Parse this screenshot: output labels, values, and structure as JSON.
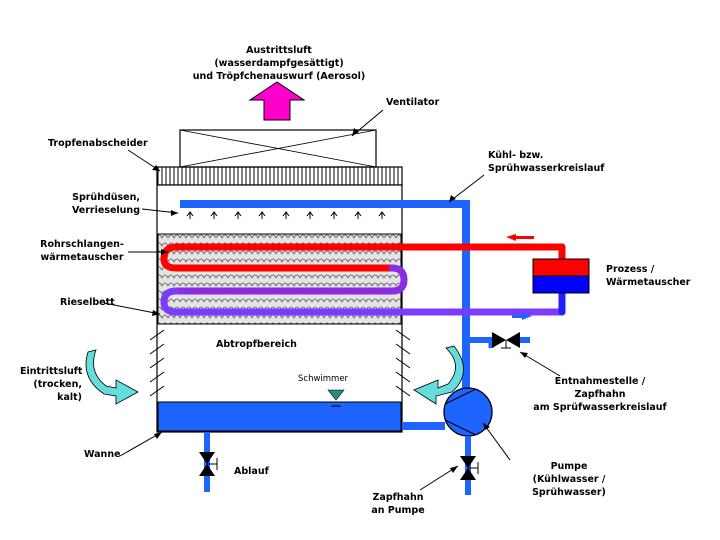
{
  "labels": {
    "exhaust": [
      "Austrittsluft",
      "(wasserdampfgesättigt)",
      "und Tröpfchenauswurf (Aerosol)"
    ],
    "fan": "Ventilator",
    "drift_eliminator": "Tropfenabscheider",
    "coolant_loop": [
      "Kühl- bzw.",
      "Sprühwasserkreislauf"
    ],
    "spray_nozzles": [
      "Sprühdüsen,",
      "Verrieselung"
    ],
    "coil_hx": [
      "Rohrschlangen-",
      "wärmetauscher"
    ],
    "process_hx": [
      "Prozess /",
      "Wärmetauscher"
    ],
    "trickle_bed": "Rieselbett",
    "drip_zone": "Abtropfbereich",
    "inlet_air": [
      "Eintrittsluft",
      "(trocken,",
      "kalt)"
    ],
    "float": "Schwimmer",
    "extraction_point": [
      "Entnahmestelle /",
      "Zapfhahn",
      "am Sprüfwasserkreislauf"
    ],
    "basin": "Wanne",
    "drain": "Ablauf",
    "pump": [
      "Pumpe",
      "(Kühlwasser /",
      "Sprühwasser)"
    ],
    "pump_tap": [
      "Zapfhahn",
      "an Pumpe"
    ]
  },
  "colors": {
    "water": "#1e64ff",
    "hot": "#ff0000",
    "mid": "#8b2be2",
    "cool": "#7b3cff",
    "exhaust_arrow": "#ff00cc",
    "inlet_arrow": "#66dddd",
    "fill": "#dddddd"
  }
}
